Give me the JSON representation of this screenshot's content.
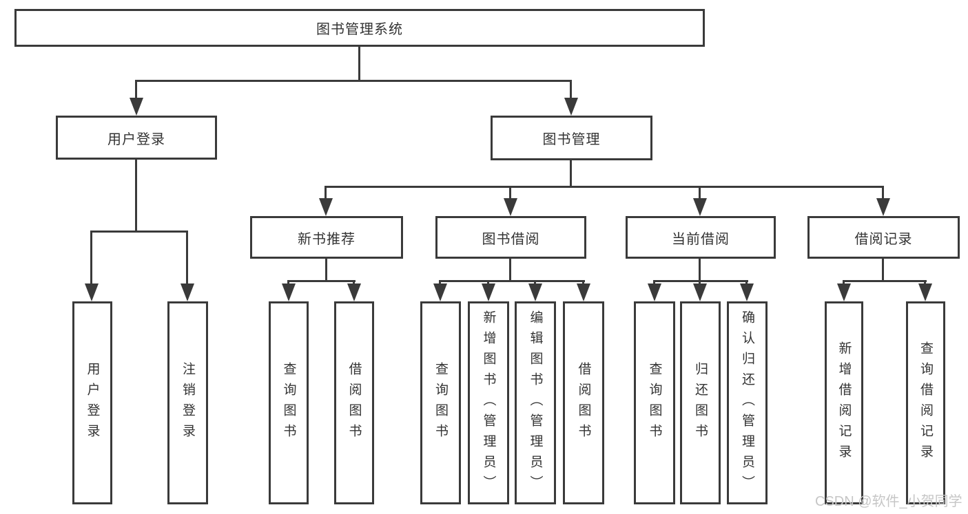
{
  "diagram": {
    "title_node": {
      "label": "图书管理系统"
    },
    "level2": [
      {
        "label": "用户登录"
      },
      {
        "label": "图书管理"
      }
    ],
    "level3": [
      {
        "label": "新书推荐",
        "parent": "图书管理"
      },
      {
        "label": "图书借阅",
        "parent": "图书管理"
      },
      {
        "label": "当前借阅",
        "parent": "图书管理"
      },
      {
        "label": "借阅记录",
        "parent": "图书管理"
      }
    ],
    "leaves": [
      {
        "label": "用户登录",
        "parent": "用户登录"
      },
      {
        "label": "注销登录",
        "parent": "用户登录"
      },
      {
        "label": "查询图书",
        "parent": "新书推荐"
      },
      {
        "label": "借阅图书",
        "parent": "新书推荐"
      },
      {
        "label": "查询图书",
        "parent": "图书借阅"
      },
      {
        "label": "新增图书（管理员）",
        "parent": "图书借阅"
      },
      {
        "label": "编辑图书（管理员）",
        "parent": "图书借阅"
      },
      {
        "label": "借阅图书",
        "parent": "图书借阅"
      },
      {
        "label": "查询图书",
        "parent": "当前借阅"
      },
      {
        "label": "归还图书",
        "parent": "当前借阅"
      },
      {
        "label": "确认归还（管理员）",
        "parent": "当前借阅"
      },
      {
        "label": "新增借阅记录",
        "parent": "借阅记录"
      },
      {
        "label": "查询借阅记录",
        "parent": "借阅记录"
      }
    ],
    "line_color": "#3a3a3a",
    "text_color": "#333333"
  },
  "watermark": {
    "text": "CSDN @软件_小贺同学",
    "color": "#c6c6c6"
  }
}
